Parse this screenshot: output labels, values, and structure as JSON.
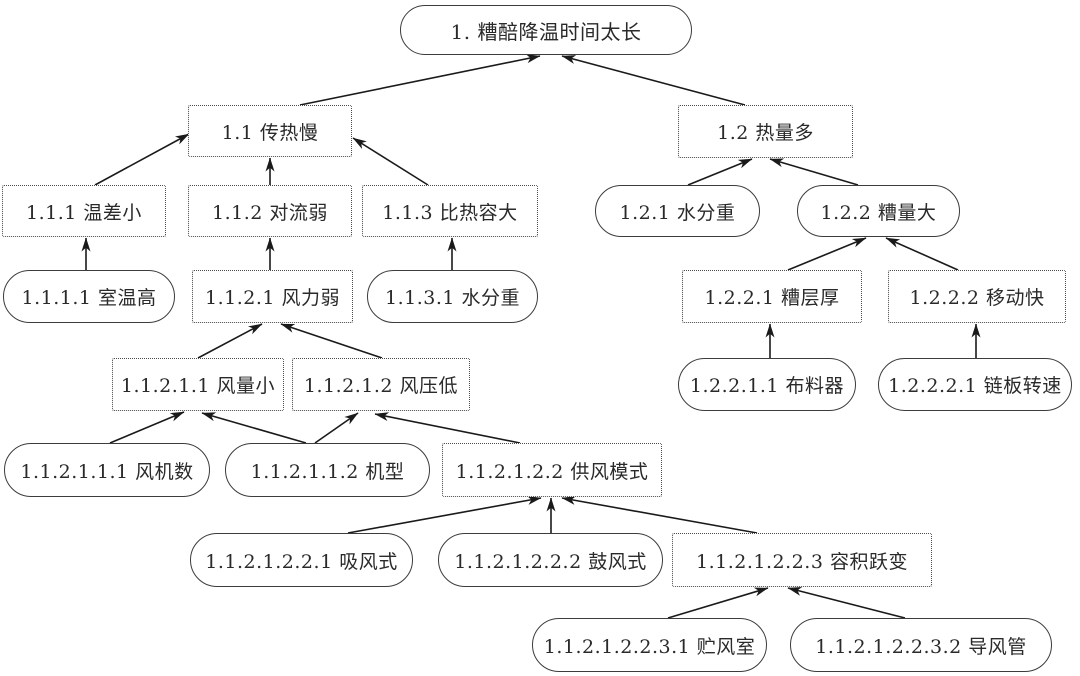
{
  "diagram": {
    "type": "cause-tree",
    "root_label": "1. 糟醅降温时间太长",
    "colors": {
      "background": "#ffffff",
      "line": "#1a1a1a",
      "solid_border": "#3c3c3c",
      "dotted_border": "#4a4a4a",
      "text": "#2a2a2a"
    },
    "nodes": [
      {
        "id": "n1",
        "label": "1. 糟醅降温时间太长",
        "shape": "stadium"
      },
      {
        "id": "n11",
        "label": "1.1 传热慢",
        "shape": "dotted"
      },
      {
        "id": "n12",
        "label": "1.2 热量多",
        "shape": "dotted"
      },
      {
        "id": "n111",
        "label": "1.1.1 温差小",
        "shape": "dotted"
      },
      {
        "id": "n112",
        "label": "1.1.2 对流弱",
        "shape": "dotted"
      },
      {
        "id": "n113",
        "label": "1.1.3 比热容大",
        "shape": "dotted"
      },
      {
        "id": "n121",
        "label": "1.2.1 水分重",
        "shape": "stadium"
      },
      {
        "id": "n122",
        "label": "1.2.2 糟量大",
        "shape": "stadium"
      },
      {
        "id": "n1111",
        "label": "1.1.1.1 室温高",
        "shape": "stadium"
      },
      {
        "id": "n1121",
        "label": "1.1.2.1 风力弱",
        "shape": "dotted"
      },
      {
        "id": "n1131",
        "label": "1.1.3.1 水分重",
        "shape": "stadium"
      },
      {
        "id": "n1221",
        "label": "1.2.2.1 糟层厚",
        "shape": "dotted"
      },
      {
        "id": "n1222",
        "label": "1.2.2.2 移动快",
        "shape": "dotted"
      },
      {
        "id": "n11211",
        "label": "1.1.2.1.1 风量小",
        "shape": "dotted"
      },
      {
        "id": "n11212",
        "label": "1.1.2.1.2 风压低",
        "shape": "dotted"
      },
      {
        "id": "n12211",
        "label": "1.2.2.1.1 布料器",
        "shape": "stadium"
      },
      {
        "id": "n12221",
        "label": "1.2.2.2.1 链板转速",
        "shape": "stadium"
      },
      {
        "id": "n112111",
        "label": "1.1.2.1.1.1 风机数",
        "shape": "stadium"
      },
      {
        "id": "n112112",
        "label": "1.1.2.1.1.2 机型",
        "shape": "stadium"
      },
      {
        "id": "n112122",
        "label": "1.1.2.1.2.2 供风模式",
        "shape": "dotted"
      },
      {
        "id": "n1121221",
        "label": "1.1.2.1.2.2.1 吸风式",
        "shape": "stadium"
      },
      {
        "id": "n1121222",
        "label": "1.1.2.1.2.2.2 鼓风式",
        "shape": "stadium"
      },
      {
        "id": "n1121223",
        "label": "1.1.2.1.2.2.3 容积跃变",
        "shape": "dotted"
      },
      {
        "id": "n11212231",
        "label": "1.1.2.1.2.2.3.1 贮风室",
        "shape": "stadium"
      },
      {
        "id": "n11212232",
        "label": "1.1.2.1.2.2.3.2 导风管",
        "shape": "stadium"
      }
    ],
    "edges": [
      {
        "from": "n11",
        "to": "n1"
      },
      {
        "from": "n12",
        "to": "n1"
      },
      {
        "from": "n111",
        "to": "n11"
      },
      {
        "from": "n112",
        "to": "n11"
      },
      {
        "from": "n113",
        "to": "n11"
      },
      {
        "from": "n121",
        "to": "n12"
      },
      {
        "from": "n122",
        "to": "n12"
      },
      {
        "from": "n1111",
        "to": "n111"
      },
      {
        "from": "n1121",
        "to": "n112"
      },
      {
        "from": "n1131",
        "to": "n113"
      },
      {
        "from": "n1221",
        "to": "n122"
      },
      {
        "from": "n1222",
        "to": "n122"
      },
      {
        "from": "n11211",
        "to": "n1121"
      },
      {
        "from": "n11212",
        "to": "n1121"
      },
      {
        "from": "n12211",
        "to": "n1221"
      },
      {
        "from": "n12221",
        "to": "n1222"
      },
      {
        "from": "n112111",
        "to": "n11211"
      },
      {
        "from": "n112112",
        "to": "n11211"
      },
      {
        "from": "n112112",
        "to": "n11212"
      },
      {
        "from": "n112122",
        "to": "n11212"
      },
      {
        "from": "n1121221",
        "to": "n112122"
      },
      {
        "from": "n1121222",
        "to": "n112122"
      },
      {
        "from": "n1121223",
        "to": "n112122"
      },
      {
        "from": "n11212231",
        "to": "n1121223"
      },
      {
        "from": "n11212232",
        "to": "n1121223"
      }
    ]
  }
}
